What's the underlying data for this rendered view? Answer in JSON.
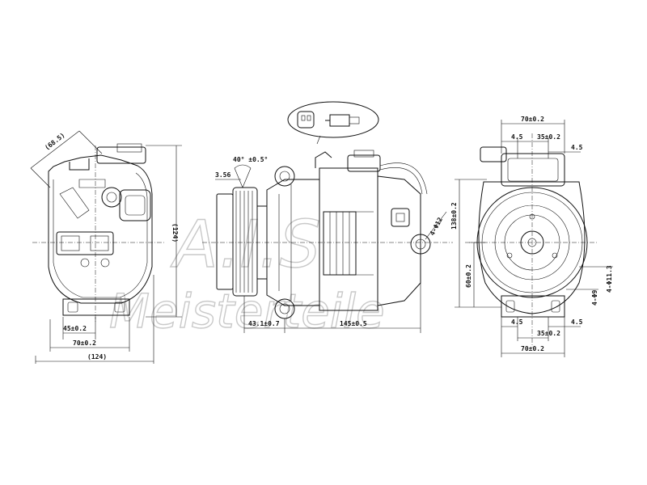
{
  "watermark": {
    "brand": "A.I.S",
    "name": "Meisterteile"
  },
  "left_view": {
    "dims": {
      "diagonal": "(68.5)",
      "height": "(124)",
      "mount_half": "45±0.2",
      "mount_full": "70±0.2",
      "width": "(124)"
    }
  },
  "side_view": {
    "dims": {
      "angle": "40° ±0.5°",
      "groove": "3.56",
      "pulley_offset": "43.1±0.7",
      "body_length": "145±0.5",
      "hole": "4-Φ12"
    }
  },
  "right_view": {
    "dims": {
      "top_width": "70±0.2",
      "top_edge_a": "4.5",
      "top_inner": "35±0.2",
      "top_edge_b": "4.5",
      "height_total": "138±0.2",
      "height_lower": "60±0.2",
      "hole_small": "4-Φ9",
      "hole_large": "4-Φ11.3",
      "bottom_edge_a": "4.5",
      "bottom_edge_b": "4.5",
      "bottom_inner": "35±0.2",
      "bottom_width": "70±0.2"
    }
  }
}
